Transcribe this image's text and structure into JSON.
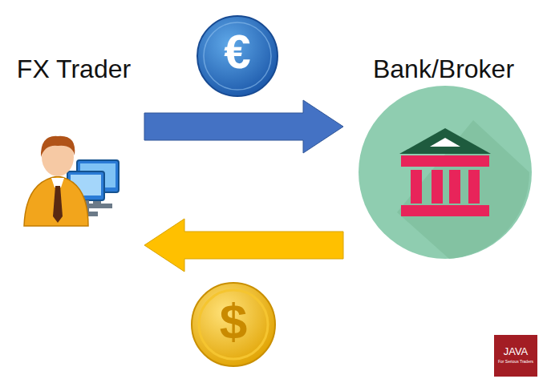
{
  "diagram": {
    "nodes": [
      {
        "text": [
          "FX Trader"
        ]
      },
      {
        "text": [
          "Bank/Broker"
        ]
      }
    ],
    "edges": [
      {
        "from": 0,
        "to": 1,
        "arrow": "to"
      },
      {
        "from": 1,
        "to": 0,
        "arrow": "to"
      }
    ],
    "labels": [
      "€",
      "$",
      "JAVA",
      "For Serious Traders"
    ]
  }
}
